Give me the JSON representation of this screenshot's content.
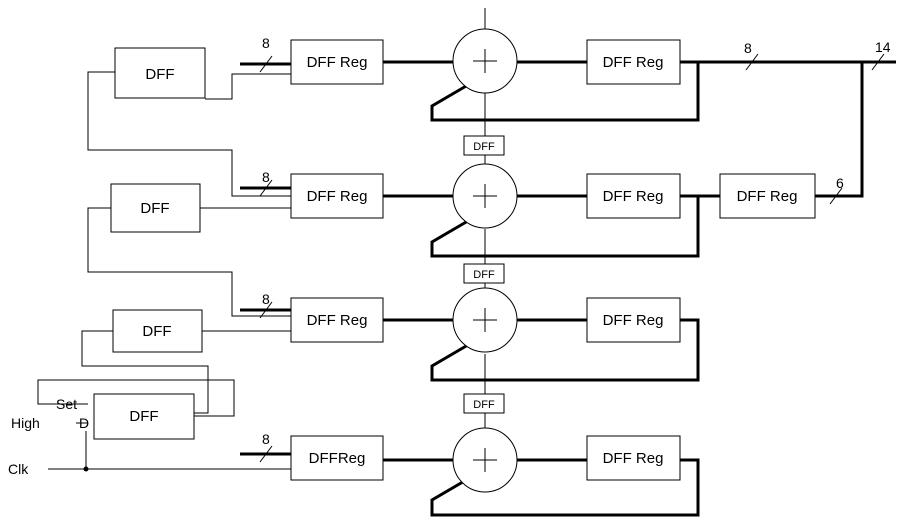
{
  "labels": {
    "dff": "DFF",
    "dff_reg": "DFF Reg",
    "dffreg_nospace": "DFFReg",
    "set": "Set",
    "d": "D",
    "high": "High",
    "clk": "Clk"
  },
  "bus_widths": {
    "input": "8",
    "sum_out": "8",
    "carry_out": "6",
    "total": "14"
  }
}
